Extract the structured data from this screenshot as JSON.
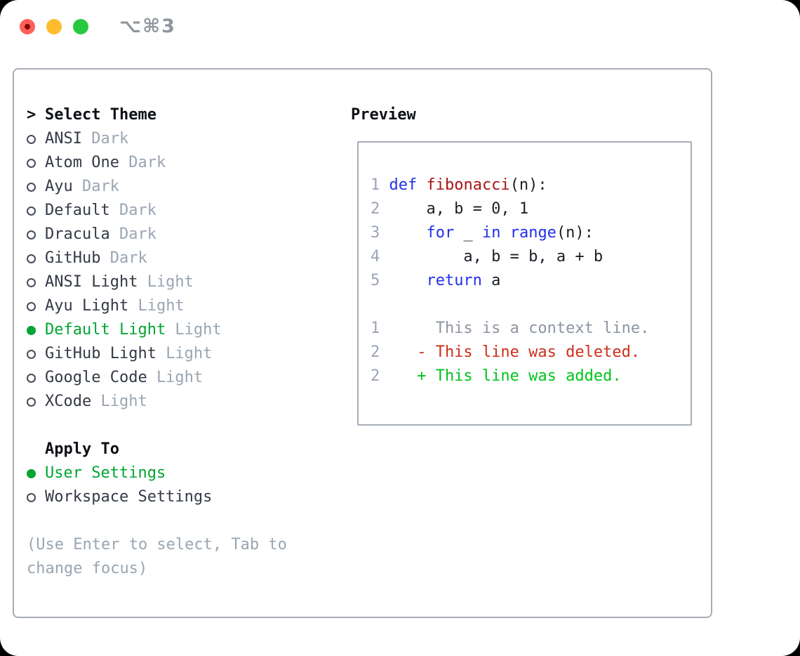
{
  "titlebar": {
    "shortcut": "⌥⌘3"
  },
  "theme_list": {
    "cursor": ">",
    "header": "Select Theme",
    "items": [
      {
        "name": "ANSI",
        "variant": "Dark",
        "selected": false
      },
      {
        "name": "Atom One",
        "variant": "Dark",
        "selected": false
      },
      {
        "name": "Ayu",
        "variant": "Dark",
        "selected": false
      },
      {
        "name": "Default",
        "variant": "Dark",
        "selected": false
      },
      {
        "name": "Dracula",
        "variant": "Dark",
        "selected": false
      },
      {
        "name": "GitHub",
        "variant": "Dark",
        "selected": false
      },
      {
        "name": "ANSI Light",
        "variant": "Light",
        "selected": false
      },
      {
        "name": "Ayu Light",
        "variant": "Light",
        "selected": false
      },
      {
        "name": "Default Light",
        "variant": "Light",
        "selected": true
      },
      {
        "name": "GitHub Light",
        "variant": "Light",
        "selected": false
      },
      {
        "name": "Google Code",
        "variant": "Light",
        "selected": false
      },
      {
        "name": "XCode",
        "variant": "Light",
        "selected": false
      }
    ]
  },
  "apply_to": {
    "header": "Apply To",
    "options": [
      {
        "label": "User Settings",
        "selected": true
      },
      {
        "label": "Workspace Settings",
        "selected": false
      }
    ]
  },
  "hint": "(Use Enter to select, Tab to change focus)",
  "preview": {
    "header": "Preview",
    "lines": [
      {
        "num": "1",
        "segments": [
          {
            "c": "kw",
            "t": "def"
          },
          {
            "c": "plain",
            "t": " "
          },
          {
            "c": "fn",
            "t": "fibonacci"
          },
          {
            "c": "plain",
            "t": "(n):"
          }
        ]
      },
      {
        "num": "2",
        "segments": [
          {
            "c": "plain",
            "t": "    a, b = 0, 1"
          }
        ]
      },
      {
        "num": "3",
        "segments": [
          {
            "c": "plain",
            "t": "    "
          },
          {
            "c": "kw",
            "t": "for"
          },
          {
            "c": "plain",
            "t": " _ "
          },
          {
            "c": "kw",
            "t": "in"
          },
          {
            "c": "plain",
            "t": " "
          },
          {
            "c": "kw",
            "t": "range"
          },
          {
            "c": "plain",
            "t": "(n):"
          }
        ]
      },
      {
        "num": "4",
        "segments": [
          {
            "c": "plain",
            "t": "        a, b = b, a + b"
          }
        ]
      },
      {
        "num": "5",
        "segments": [
          {
            "c": "plain",
            "t": "    "
          },
          {
            "c": "kw",
            "t": "return"
          },
          {
            "c": "plain",
            "t": " a"
          }
        ]
      },
      {
        "num": "",
        "segments": []
      },
      {
        "num": "1",
        "segments": [
          {
            "c": "ctx",
            "t": "     This is a context line."
          }
        ]
      },
      {
        "num": "2",
        "segments": [
          {
            "c": "del",
            "t": "   - This line was deleted."
          }
        ]
      },
      {
        "num": "2",
        "segments": [
          {
            "c": "add",
            "t": "   + This line was added."
          }
        ]
      }
    ]
  },
  "colors": {
    "accent_green": "#00a532",
    "added_green": "#00c41d",
    "deleted_red": "#cc2f1a",
    "keyword_blue": "#2230e8",
    "function_red": "#a81414",
    "muted_gray": "#9aa5b2",
    "text_dark": "#333945",
    "border_gray": "#a6adb7",
    "traffic_red": "#ff5f57",
    "traffic_yellow": "#febc2e",
    "traffic_green": "#28c840"
  }
}
